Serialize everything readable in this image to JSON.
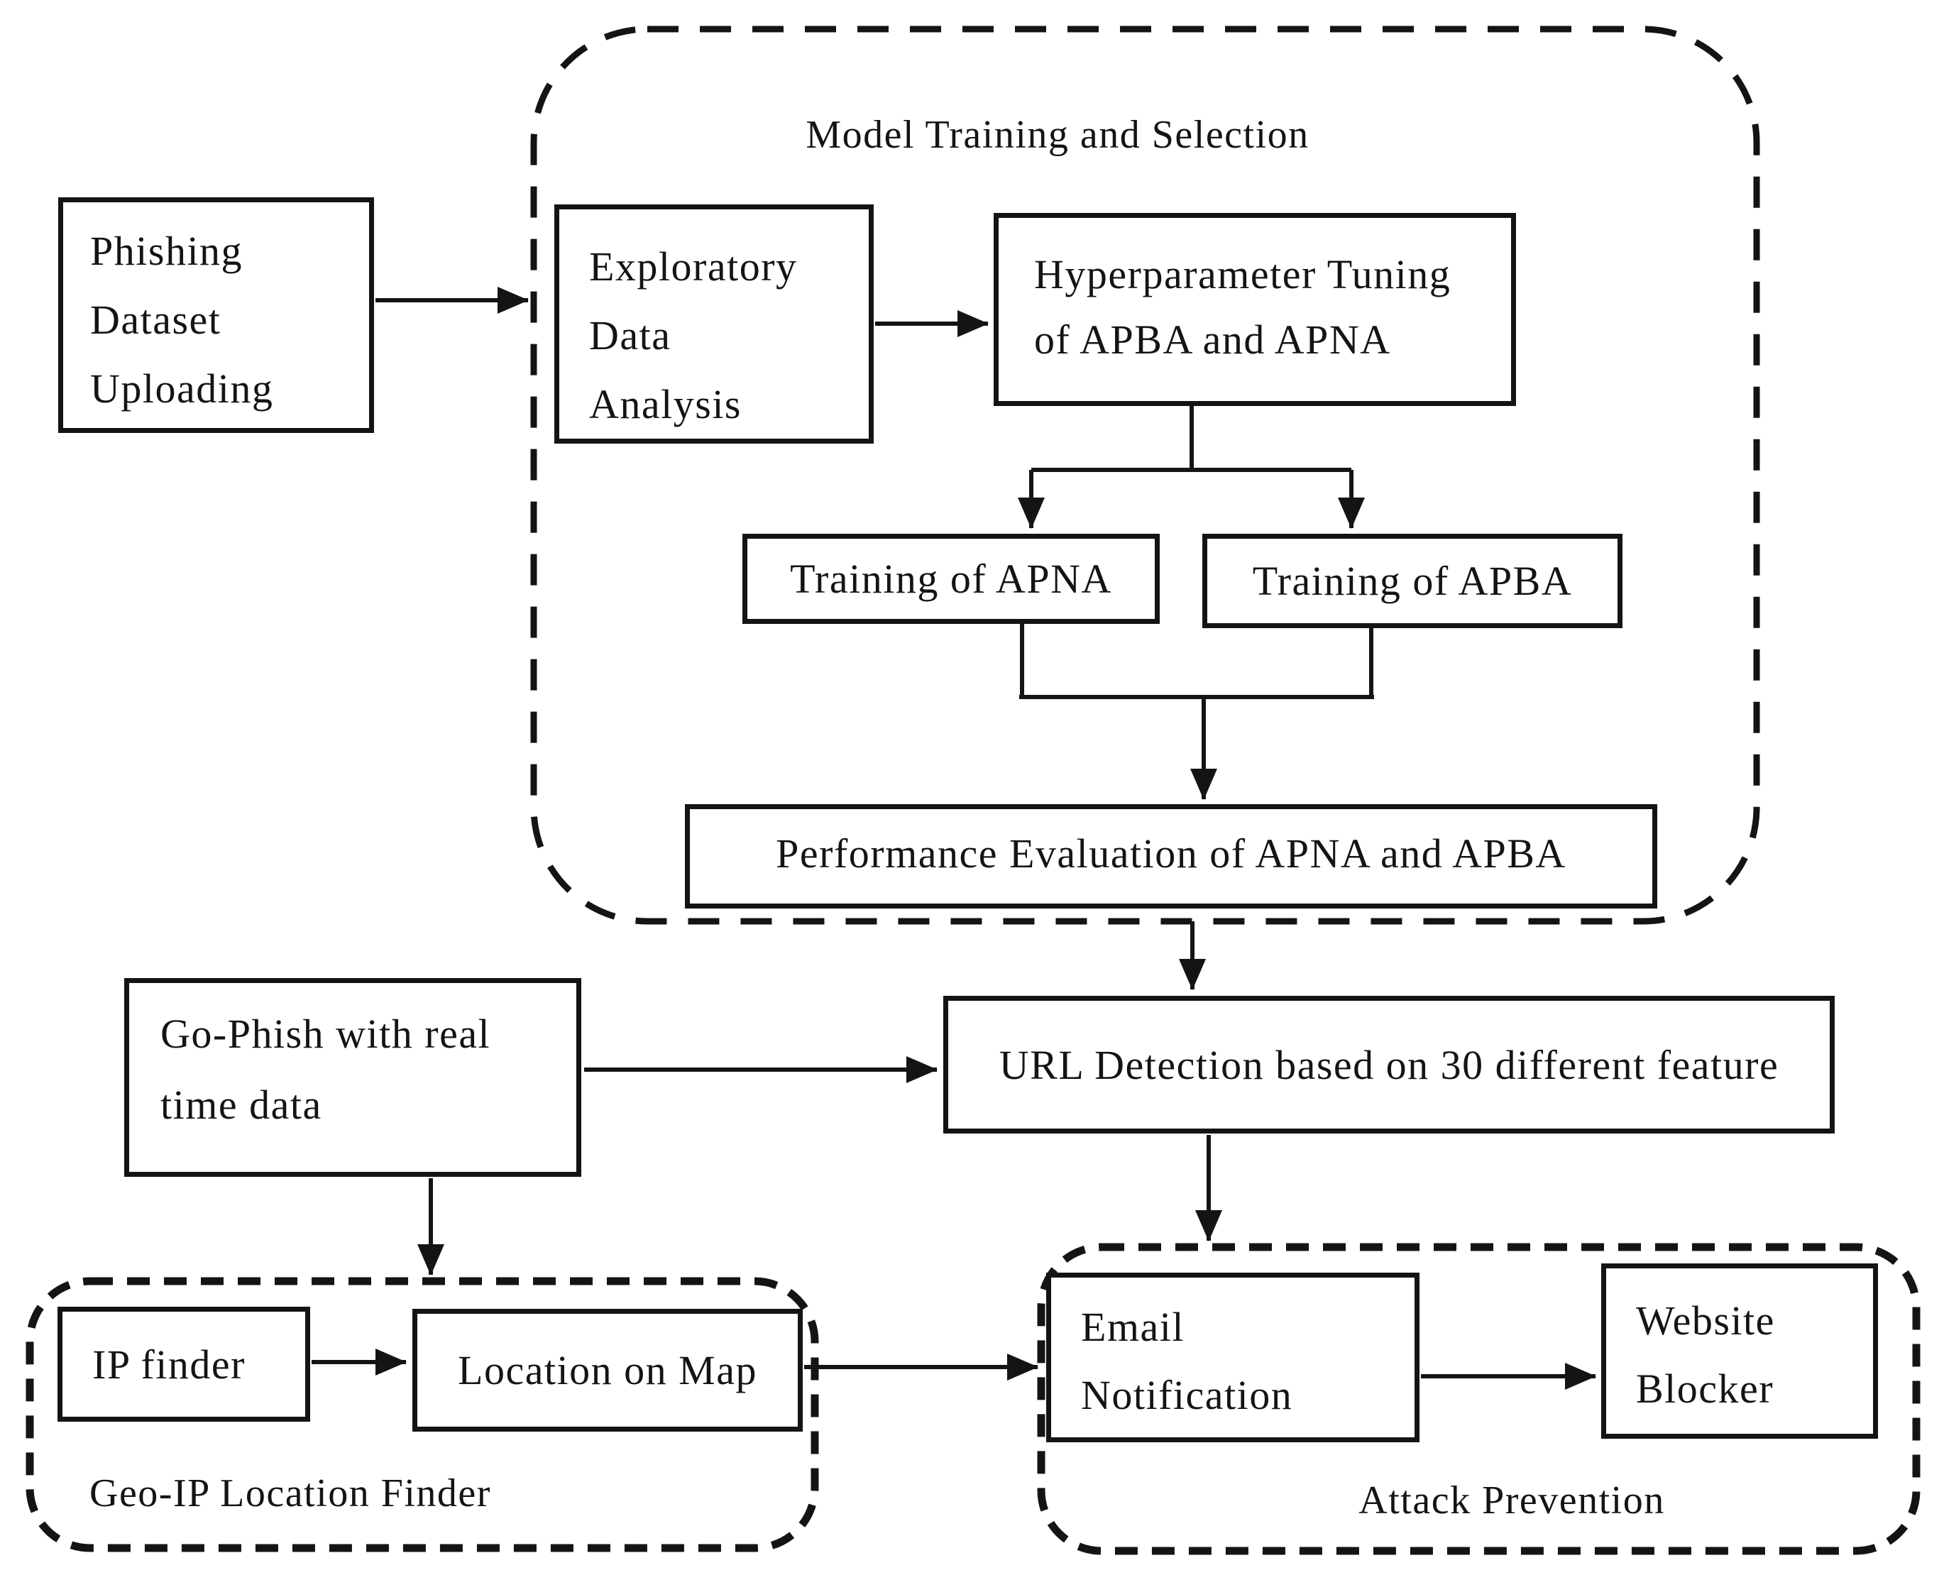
{
  "figure": {
    "background_color": "#ffffff",
    "ink_color": "#141414"
  },
  "containers": {
    "model_training": {
      "label": "Model Training and Selection"
    },
    "geo_ip": {
      "label": "Geo-IP Location Finder"
    },
    "attack": {
      "label": "Attack Prevention"
    }
  },
  "nodes": {
    "phishing_dataset": {
      "lines": [
        "Phishing",
        "Dataset",
        "Uploading"
      ]
    },
    "eda": {
      "lines": [
        "Exploratory",
        "Data",
        "Analysis"
      ]
    },
    "hyperparameter": {
      "lines": [
        "Hyperparameter Tuning",
        "of APBA and APNA"
      ]
    },
    "training_apna": {
      "label": "Training of APNA"
    },
    "training_apba": {
      "label": "Training of APBA"
    },
    "performance_eval": {
      "label": "Performance Evaluation of APNA and APBA"
    },
    "go_phish": {
      "lines": [
        "Go-Phish with real",
        "time data"
      ]
    },
    "url_detection": {
      "label": "URL Detection based on 30 different feature"
    },
    "ip_finder": {
      "label": "IP finder"
    },
    "location_on_map": {
      "label": "Location on Map"
    },
    "email_notification": {
      "lines": [
        "Email",
        "Notification"
      ]
    },
    "website_blocker": {
      "lines": [
        "Website",
        "Blocker"
      ]
    }
  }
}
